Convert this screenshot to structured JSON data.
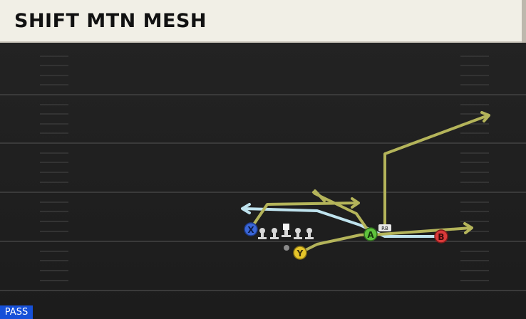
{
  "play": {
    "title": "SHIFT MTN MESH",
    "type_badge": "PASS"
  },
  "players": {
    "x_label": "X",
    "y_label": "Y",
    "a_label": "A",
    "b_label": "B",
    "rb_label": "RB"
  },
  "colors": {
    "route": "#b4b45a",
    "motion": "#bfe3ee",
    "x_button": "#3a66d6",
    "y_button": "#e6c52a",
    "a_button": "#5fc23d",
    "b_button": "#d93a3a",
    "field": "#1f1f1f",
    "yard_line": "#3a3a3a",
    "title_bg": "#f1efe6",
    "pass_badge": "#1650d8"
  }
}
